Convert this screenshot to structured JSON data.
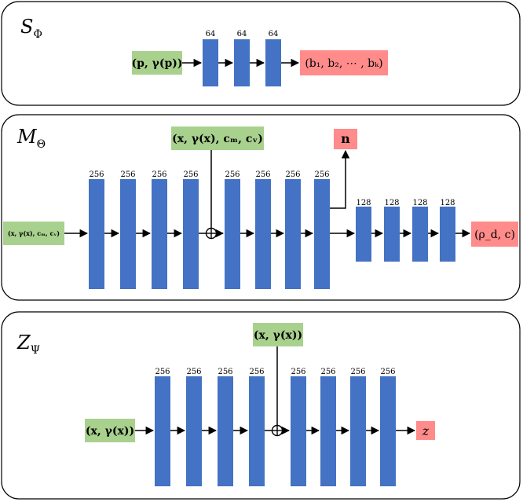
{
  "panels": {
    "s": {
      "symbol": "S",
      "subscript": "Φ",
      "input": "(p, γ(p))",
      "output": "(b₁, b₂, ⋯ , bₖ)",
      "layer_widths": [
        "64",
        "64",
        "64"
      ]
    },
    "m": {
      "symbol": "M",
      "subscript": "Θ",
      "input": "(x, γ(x), cₘ, cᵥ)",
      "skip_input": "(x, γ(x), cₘ, cᵥ)",
      "normal_output": "n",
      "output": "(ρ_d, c)",
      "layer_widths_a": [
        "256",
        "256",
        "256",
        "256"
      ],
      "layer_widths_b": [
        "256",
        "256",
        "256",
        "256"
      ],
      "layer_widths_c": [
        "128",
        "128",
        "128",
        "128"
      ]
    },
    "z": {
      "symbol": "Z",
      "subscript": "Ψ",
      "input": "(x, γ(x))",
      "skip_input": "(x, γ(x))",
      "output": "z",
      "layer_widths_a": [
        "256",
        "256",
        "256",
        "256"
      ],
      "layer_widths_b": [
        "256",
        "256",
        "256",
        "256"
      ]
    }
  },
  "colors": {
    "layer": "#4472c4",
    "input_box": "#a9d18e",
    "output_box": "#ff8b8b"
  }
}
